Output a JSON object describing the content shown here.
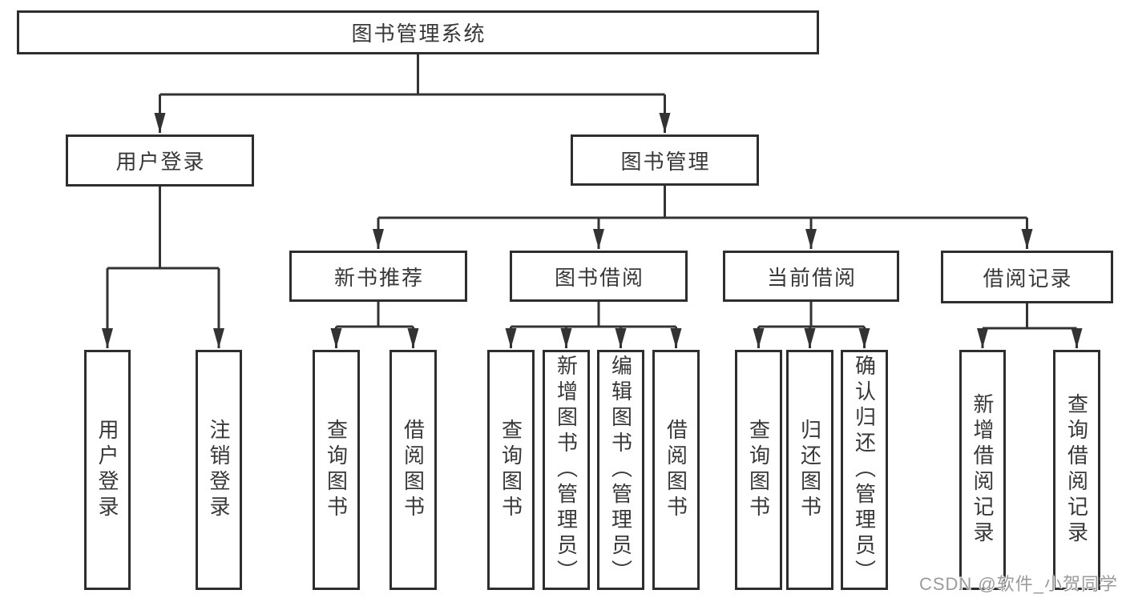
{
  "diagram": {
    "root": {
      "label": "图书管理系统"
    },
    "branches": [
      {
        "label": "用户登录",
        "children": [
          {
            "label": "用户登录"
          },
          {
            "label": "注销登录"
          }
        ]
      },
      {
        "label": "图书管理",
        "children": [
          {
            "label": "新书推荐",
            "children": [
              {
                "label": "查询图书"
              },
              {
                "label": "借阅图书"
              }
            ]
          },
          {
            "label": "图书借阅",
            "children": [
              {
                "label": "查询图书"
              },
              {
                "label": "新增图书（管理员）"
              },
              {
                "label": "编辑图书（管理员）"
              },
              {
                "label": "借阅图书"
              }
            ]
          },
          {
            "label": "当前借阅",
            "children": [
              {
                "label": "查询图书"
              },
              {
                "label": "归还图书"
              },
              {
                "label": "确认归还（管理员）"
              }
            ]
          },
          {
            "label": "借阅记录",
            "children": [
              {
                "label": "新增借阅记录"
              },
              {
                "label": "查询借阅记录"
              }
            ]
          }
        ]
      }
    ]
  },
  "watermark": {
    "text": "CSDN @软件_小贺同学"
  },
  "colors": {
    "line": "#333333",
    "box_border": "#2e2e2e",
    "text": "#383838",
    "watermark": "#9b9b9b",
    "background": "#ffffff"
  }
}
